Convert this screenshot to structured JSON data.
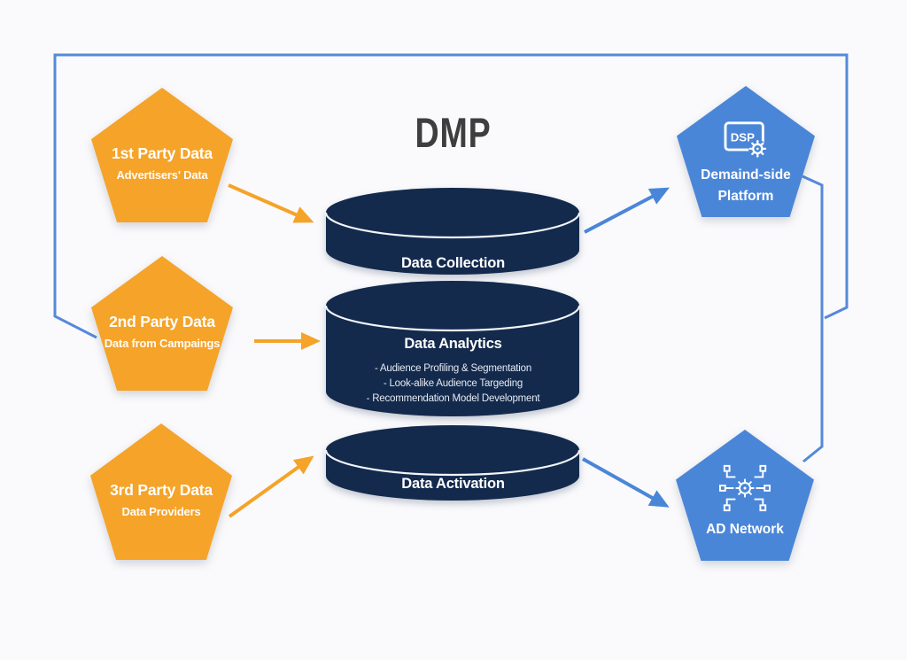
{
  "title": "DMP",
  "colors": {
    "orange": "#F5A329",
    "navy": "#132A4D",
    "pentagon_blue": "#4A86D8",
    "connector_blue": "#5589DA",
    "title_gray": "#3E3E3E",
    "background": "#FAFAFC"
  },
  "sources": [
    {
      "label": "1st Party Data",
      "sublabel": "Advertisers' Data"
    },
    {
      "label": "2nd Party Data",
      "sublabel": "Data from Campaings"
    },
    {
      "label": "3rd Party Data",
      "sublabel": "Data Providers"
    }
  ],
  "dmp_layers": [
    {
      "label": "Data Collection"
    },
    {
      "label": "Data Analytics",
      "bullets": [
        "- Audience Profiling & Segmentation",
        "- Look-alike Audience Targeding",
        "- Recommendation Model Development"
      ]
    },
    {
      "label": "Data Activation"
    }
  ],
  "destinations": [
    {
      "label_line1": "Demaind-side",
      "label_line2": "Platform",
      "icon": "dsp-screen-gear-icon",
      "icon_text": "DSP"
    },
    {
      "label": "AD Network",
      "icon": "network-chip-gear-icon"
    }
  ]
}
